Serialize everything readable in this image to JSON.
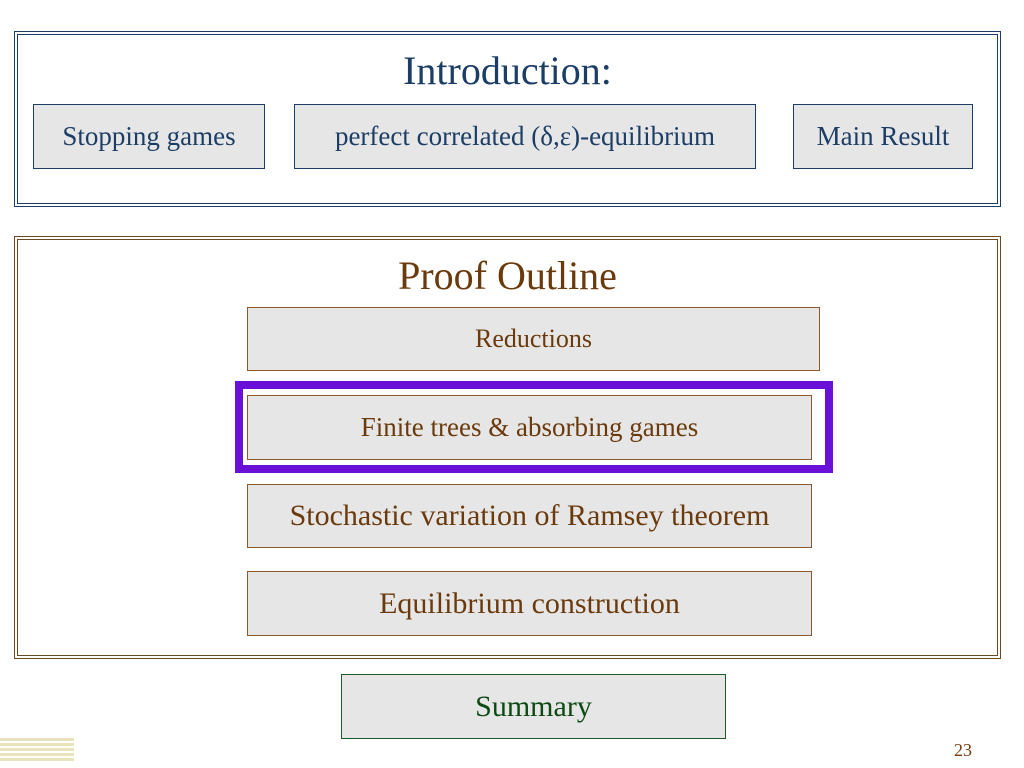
{
  "intro": {
    "title": "Introduction:",
    "boxes": [
      "Stopping games",
      "perfect correlated (δ,ε)-equilibrium",
      "Main Result"
    ]
  },
  "proof": {
    "title": "Proof Outline",
    "steps": [
      "Reductions",
      "Finite trees & absorbing games",
      "Stochastic variation of Ramsey theorem",
      "Equilibrium construction"
    ],
    "highlighted_step": "Finite trees & absorbing games"
  },
  "summary": {
    "label": "Summary"
  },
  "footer": {
    "page_number": "23"
  },
  "colors": {
    "intro_accent": "#1c3e66",
    "proof_accent": "#6b3a0c",
    "highlight": "#6a11d8",
    "summary_accent": "#0b4a12",
    "box_fill": "#e6e6e6"
  }
}
